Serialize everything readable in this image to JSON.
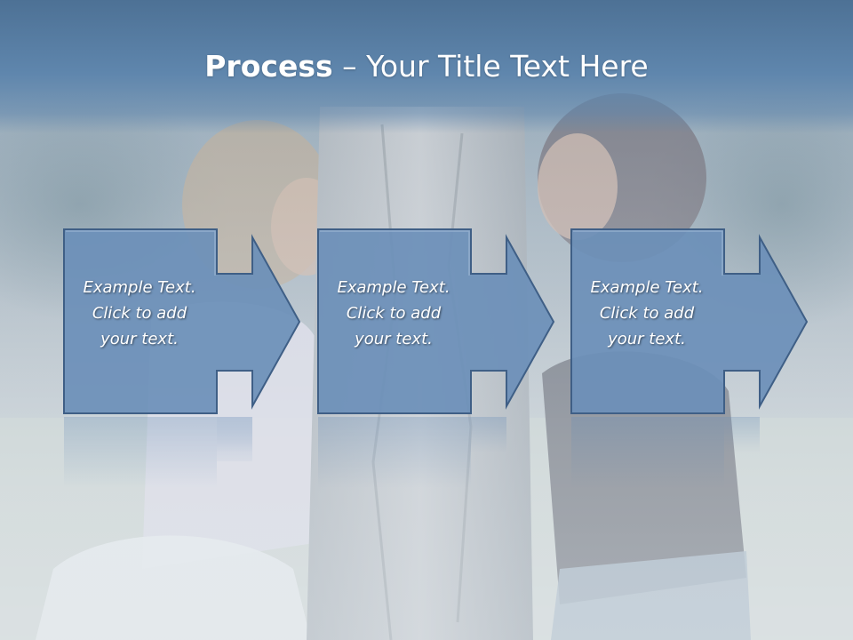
{
  "slide": {
    "title_bold": "Process",
    "title_rest": " – Your Title Text Here"
  },
  "steps": [
    {
      "line1": "Example Text.",
      "line2": "Click  to add",
      "line3": "your text."
    },
    {
      "line1": "Example Text.",
      "line2": "Click  to add",
      "line3": "your text."
    },
    {
      "line1": "Example Text.",
      "line2": "Click  to add",
      "line3": "your text."
    }
  ],
  "colors": {
    "title_band": "#5f86ad",
    "box_fill": "#6b8fb8",
    "box_stroke": "#3f5f86",
    "text": "#ffffff"
  },
  "icons": {
    "arrow": "right-arrow-icon"
  }
}
